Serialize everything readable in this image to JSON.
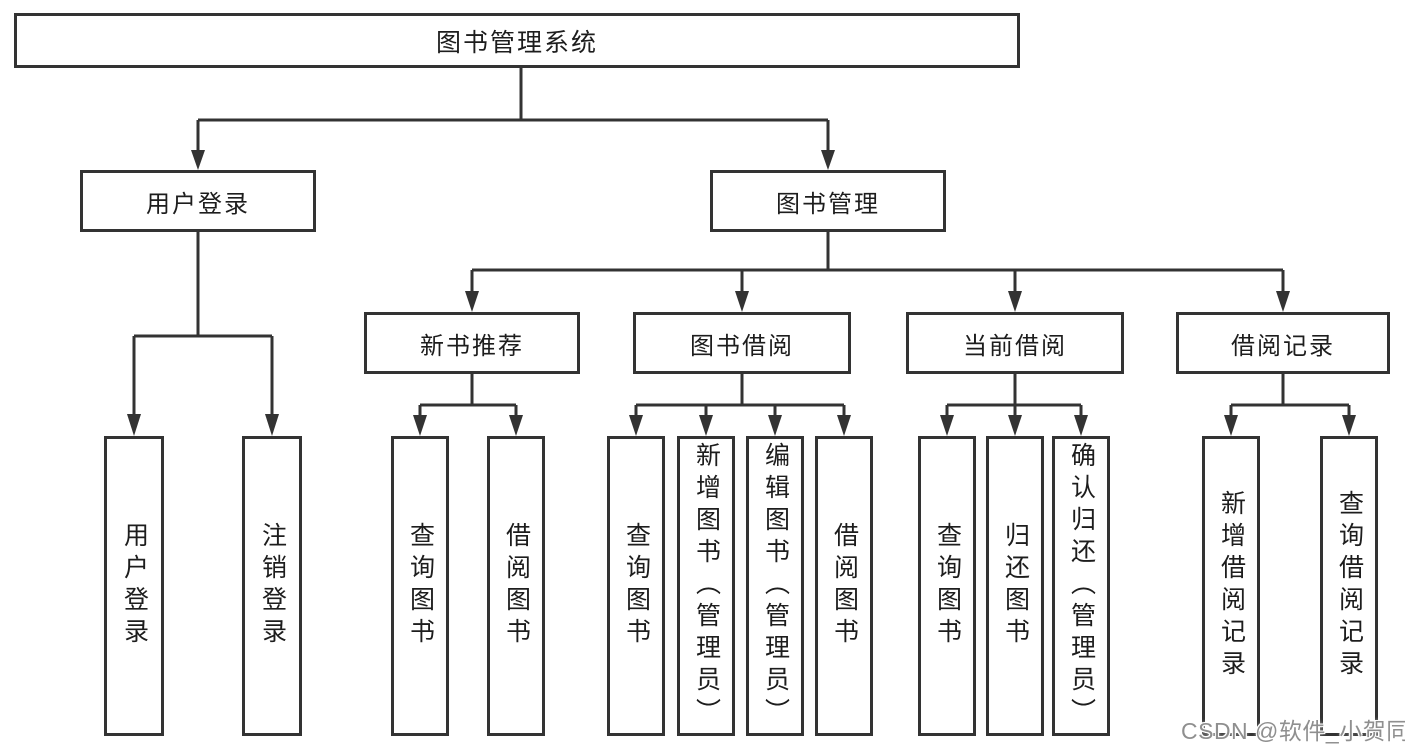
{
  "tree": {
    "label": "图书管理系统",
    "children": [
      {
        "label": "用户登录",
        "children": [
          {
            "label": "用户登录"
          },
          {
            "label": "注销登录"
          }
        ]
      },
      {
        "label": "图书管理",
        "children": [
          {
            "label": "新书推荐",
            "children": [
              {
                "label": "查询图书"
              },
              {
                "label": "借阅图书"
              }
            ]
          },
          {
            "label": "图书借阅",
            "children": [
              {
                "label": "查询图书"
              },
              {
                "label": "新增图书（管理员）"
              },
              {
                "label": "编辑图书（管理员）"
              },
              {
                "label": "借阅图书"
              }
            ]
          },
          {
            "label": "当前借阅",
            "children": [
              {
                "label": "查询图书"
              },
              {
                "label": "归还图书"
              },
              {
                "label": "确认归还（管理员）"
              }
            ]
          },
          {
            "label": "借阅记录",
            "children": [
              {
                "label": "新增借阅记录"
              },
              {
                "label": "查询借阅记录"
              }
            ]
          }
        ]
      }
    ]
  },
  "watermark": {
    "text": "CSDN @软件_小贺同学"
  },
  "colors": {
    "line": "#333333",
    "box_border": "#333333",
    "text": "#1d1d1d",
    "watermark": "#8f8f8f",
    "background": "#ffffff"
  }
}
